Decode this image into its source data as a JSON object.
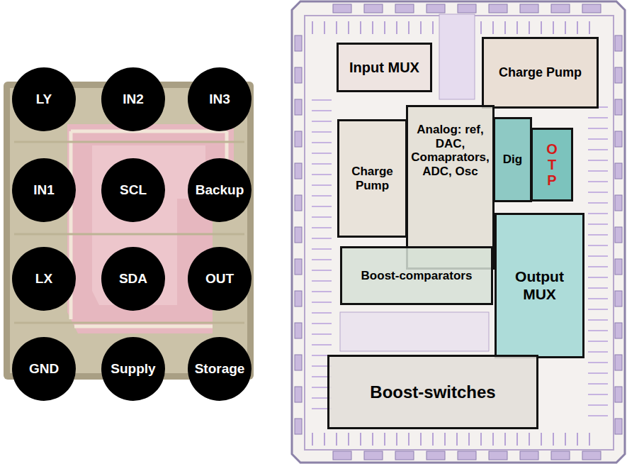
{
  "diagram": {
    "nodes": [
      {
        "text": [
          "LY"
        ]
      },
      {
        "text": [
          "IN2"
        ]
      },
      {
        "text": [
          "IN3"
        ]
      },
      {
        "text": [
          "IN1"
        ]
      },
      {
        "text": [
          "SCL"
        ]
      },
      {
        "text": [
          "Backup"
        ]
      },
      {
        "text": [
          "LX"
        ]
      },
      {
        "text": [
          "SDA"
        ]
      },
      {
        "text": [
          "OUT"
        ]
      },
      {
        "text": [
          "GND"
        ]
      },
      {
        "text": [
          "Supply"
        ]
      },
      {
        "text": [
          "Storage"
        ]
      },
      {
        "text": [
          "Input MUX"
        ]
      },
      {
        "text": [
          "Charge Pump"
        ]
      },
      {
        "text": [
          "Charge Pump"
        ]
      },
      {
        "text": [
          "Analog: ref, DAC, Comaprators, ADC, Osc"
        ]
      },
      {
        "text": [
          "Dig"
        ]
      },
      {
        "text": [
          "OTP"
        ]
      },
      {
        "text": [
          "Boost-comparators"
        ]
      },
      {
        "text": [
          "Output MUX"
        ]
      },
      {
        "text": [
          "Boost-switches"
        ]
      }
    ]
  }
}
